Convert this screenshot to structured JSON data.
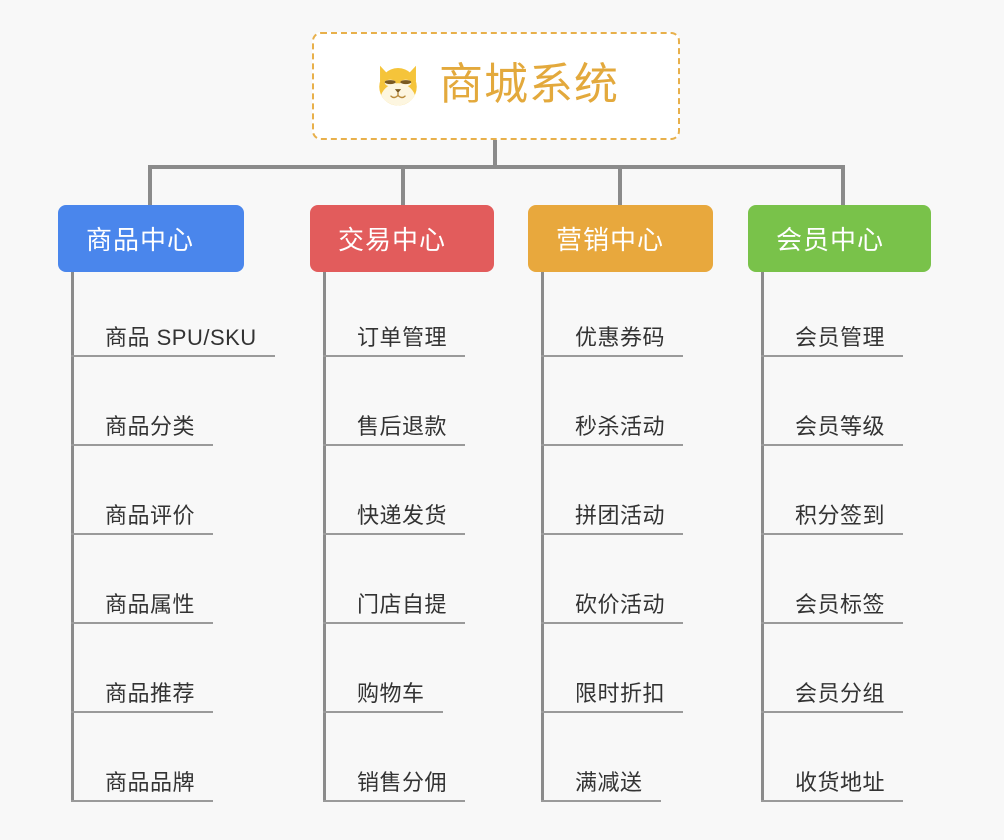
{
  "canvas": {
    "background": "#f8f8f8",
    "connector_color": "#8b8b8b"
  },
  "root": {
    "title": "商城系统",
    "icon": "shiba-dog-face-icon",
    "text_color": "#e3a93c",
    "border_color": "#e8b04b",
    "background": "#ffffff"
  },
  "branches": [
    {
      "label": "商品中心",
      "color": "#4a86ec",
      "items": [
        "商品 SPU/SKU",
        "商品分类",
        "商品评价",
        "商品属性",
        "商品推荐",
        "商品品牌"
      ]
    },
    {
      "label": "交易中心",
      "color": "#e25c5c",
      "items": [
        "订单管理",
        "售后退款",
        "快递发货",
        "门店自提",
        "购物车",
        "销售分佣"
      ]
    },
    {
      "label": "营销中心",
      "color": "#e8a83d",
      "items": [
        "优惠券码",
        "秒杀活动",
        "拼团活动",
        "砍价活动",
        "限时折扣",
        "满减送"
      ]
    },
    {
      "label": "会员中心",
      "color": "#79c24a",
      "items": [
        "会员管理",
        "会员等级",
        "积分签到",
        "会员标签",
        "会员分组",
        "收货地址"
      ]
    }
  ]
}
